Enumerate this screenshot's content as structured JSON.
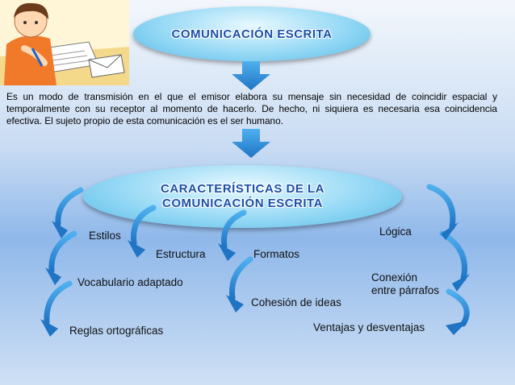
{
  "title": "COMUNICACIÓN ESCRITA",
  "description": "Es un modo de transmisión en el que el emisor elabora su mensaje sin necesidad de coincidir espacial y temporalmente con su receptor al momento de hacerlo. De hecho, ni siquiera es necesaria esa coincidencia efectiva. El sujeto propio de esta comunicación es el ser humano.",
  "subtitle": "CARACTERÍSTICAS DE LA COMUNICACIÓN ESCRITA",
  "characteristics": {
    "estilos": "Estilos",
    "estructura": "Estructura",
    "vocabulario": "Vocabulario adaptado",
    "reglas": "Reglas ortográficas",
    "formatos": "Formatos",
    "cohesion": "Cohesión de ideas",
    "logica": "Lógica",
    "conexion_1": "Conexión",
    "conexion_2": "entre párrafos",
    "ventajas": "Ventajas y desventajas"
  },
  "colors": {
    "arrow": "#2f8fd8",
    "title_text": "#1b4fa8",
    "ellipse": "#8fd6f4"
  },
  "icons": [
    "child-writing-illustration",
    "down-arrow-icon",
    "curved-arrow-icon"
  ]
}
